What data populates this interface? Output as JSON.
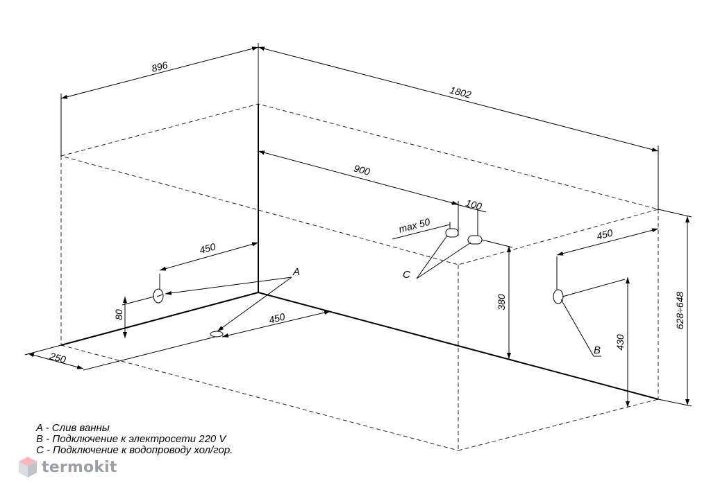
{
  "dimensions": {
    "width_896": "896",
    "length_1802": "1802",
    "drain_offset_900": "900",
    "pipe_spacing_100": "100",
    "pipe_max_50": "max  50",
    "drain_side_450": "450",
    "drain_height_80": "80",
    "floor_450": "450",
    "floor_250": "250",
    "pipe_height_380": "380",
    "electric_450": "450",
    "electric_height_430": "430",
    "total_height": "628÷648"
  },
  "labels": {
    "a": "A",
    "b": "B",
    "c": "C"
  },
  "legend": {
    "a": "A - Слив ванны",
    "b": "B - Подключение к электросети 220 V",
    "c": "C - Подключение к водопроводу хол/гор."
  },
  "brand": {
    "name": "termokit"
  }
}
